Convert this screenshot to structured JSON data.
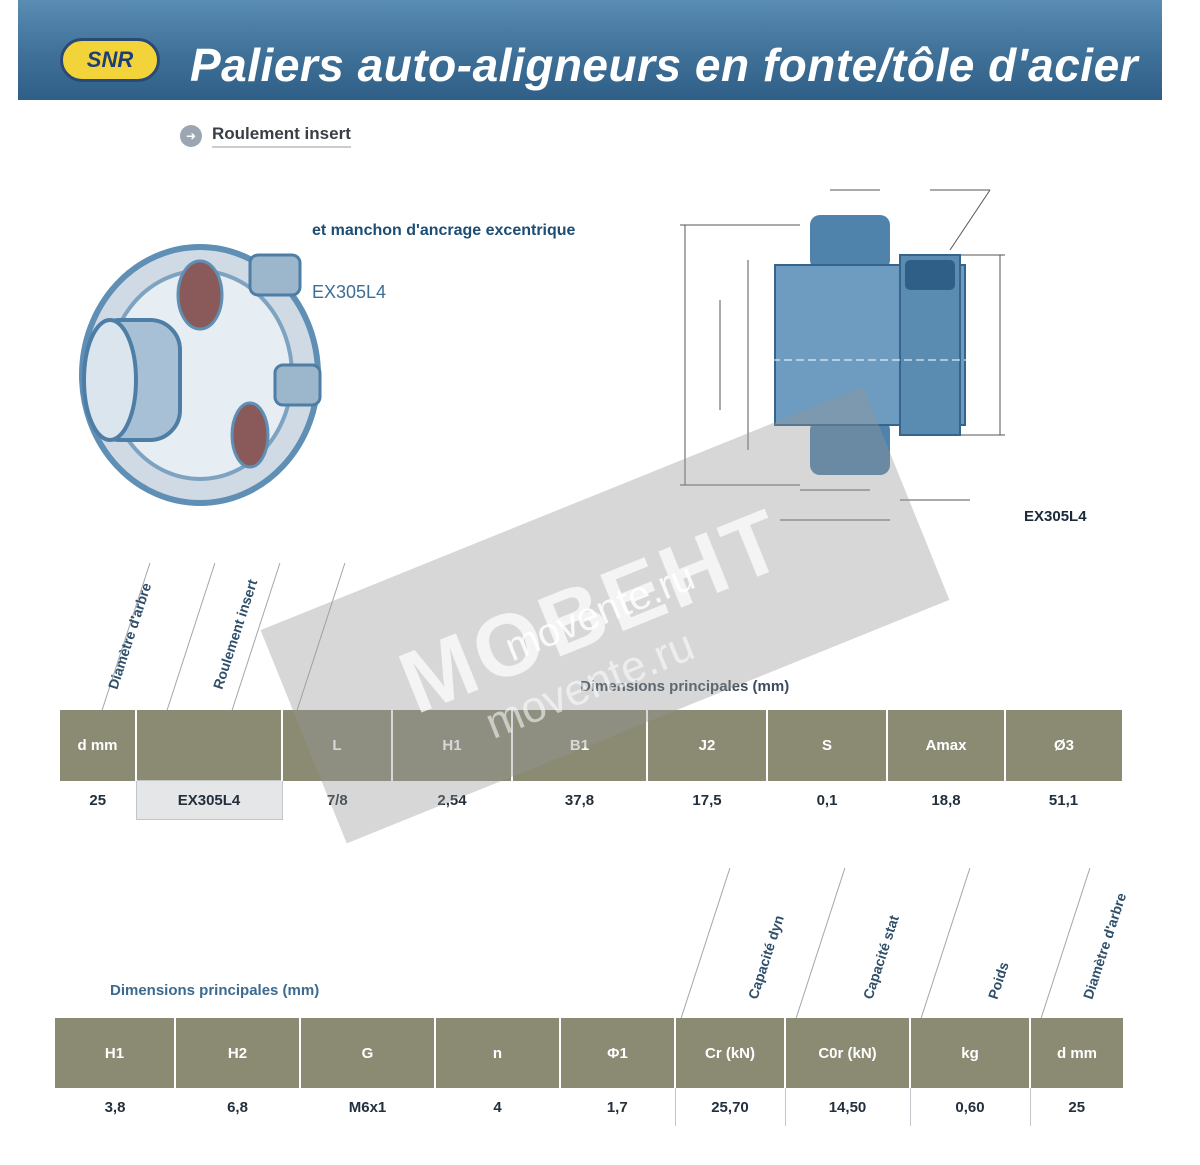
{
  "header": {
    "logo_text": "SNR",
    "title": "Paliers auto-aligneurs en fonte/tôle d'acier"
  },
  "subtitle": "Roulement insert",
  "description": {
    "text": "et manchon d'ancrage excentrique",
    "reference": "EX305L4"
  },
  "diagram_ref": "EX305L4",
  "table1": {
    "rotated_labels": [
      "Diamètre d'arbre",
      "Roulement insert"
    ],
    "group_label": "Dimensions principales (mm)",
    "headers": [
      "d mm",
      "",
      "L",
      "H1",
      "B1",
      "J2",
      "S",
      "Amax",
      "Ø3"
    ],
    "row": [
      "25",
      "EX305L4",
      "7/8",
      "2,54",
      "37,8",
      "17,5",
      "0,1",
      "18,8",
      "51,1"
    ]
  },
  "table2": {
    "group_label": "Dimensions principales (mm)",
    "rotated_labels": [
      "Capacité dyn",
      "Capacité stat",
      "Poids",
      "Diamètre d'arbre"
    ],
    "headers": [
      "H1",
      "H2",
      "G",
      "n",
      "Φ1",
      "Cr (kN)",
      "C0r (kN)",
      "kg",
      "d mm"
    ],
    "row": [
      "3,8",
      "6,8",
      "M6x1",
      "4",
      "1,7",
      "25,70",
      "14,50",
      "0,60",
      "25"
    ]
  },
  "watermark": {
    "brand": "MOBEHT",
    "url": "movente.ru"
  },
  "colors": {
    "header_blue": "#3f7098",
    "table_header": "#8b8b74",
    "logo_yellow": "#f2d43a",
    "part_blue": "#5f8fb4"
  }
}
